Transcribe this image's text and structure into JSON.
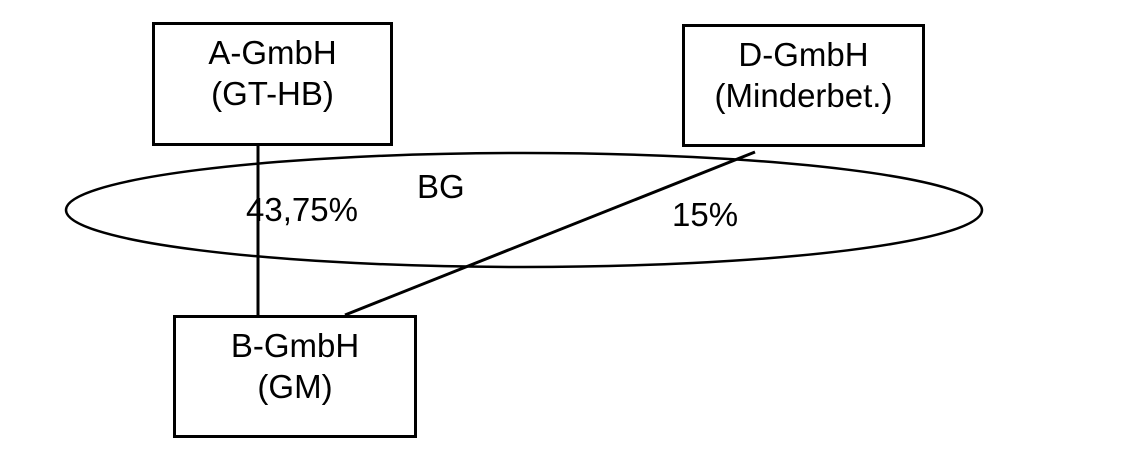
{
  "diagram": {
    "title": "shareholding-structure",
    "nodes": {
      "a": {
        "line1": "A-GmbH",
        "line2": "(GT-HB)"
      },
      "d": {
        "line1": "D-GmbH",
        "line2": "(Minderbet.)"
      },
      "b": {
        "line1": "B-GmbH",
        "line2": "(GM)"
      }
    },
    "group": {
      "label": "BG"
    },
    "edges": {
      "a_to_b": {
        "label": "43,75%"
      },
      "d_to_b": {
        "label": "15%"
      }
    },
    "colors": {
      "stroke": "#000000",
      "background": "#ffffff"
    }
  }
}
